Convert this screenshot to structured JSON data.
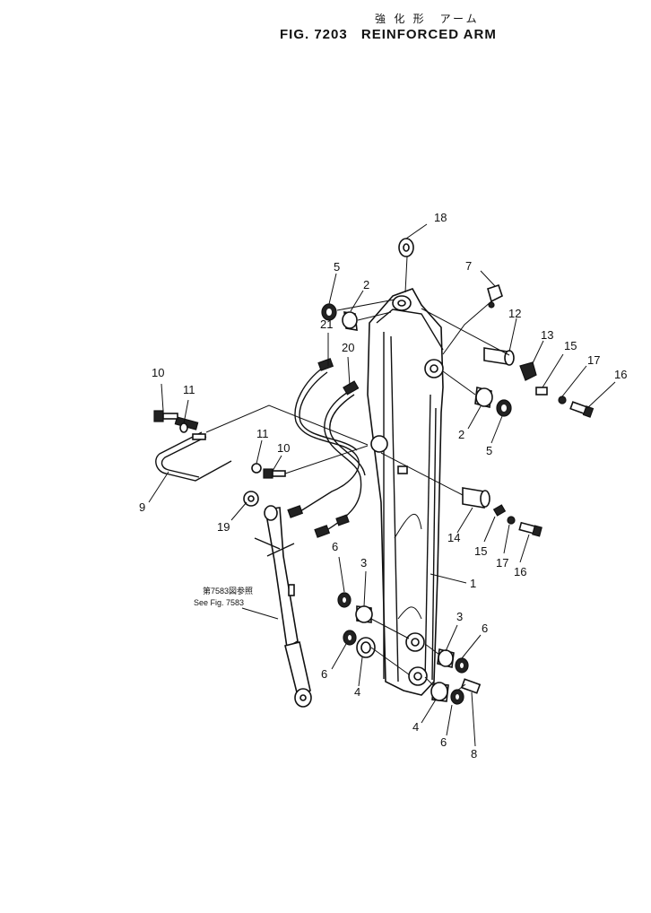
{
  "figure": {
    "subtitle_jp": "強 化 形　アーム",
    "number": "FIG. 7203",
    "title": "REINFORCED ARM"
  },
  "reference": {
    "jp": "第7583図参照",
    "en": "See Fig. 7583"
  },
  "callouts": [
    {
      "id": "c1",
      "text": "1"
    },
    {
      "id": "c2a",
      "text": "2"
    },
    {
      "id": "c2b",
      "text": "2"
    },
    {
      "id": "c3a",
      "text": "3"
    },
    {
      "id": "c3b",
      "text": "3"
    },
    {
      "id": "c4a",
      "text": "4"
    },
    {
      "id": "c4b",
      "text": "4"
    },
    {
      "id": "c5a",
      "text": "5"
    },
    {
      "id": "c5b",
      "text": "5"
    },
    {
      "id": "c6a",
      "text": "6"
    },
    {
      "id": "c6b",
      "text": "6"
    },
    {
      "id": "c6c",
      "text": "6"
    },
    {
      "id": "c6d",
      "text": "6"
    },
    {
      "id": "c7",
      "text": "7"
    },
    {
      "id": "c8",
      "text": "8"
    },
    {
      "id": "c9",
      "text": "9"
    },
    {
      "id": "c10a",
      "text": "10"
    },
    {
      "id": "c10b",
      "text": "10"
    },
    {
      "id": "c11a",
      "text": "11"
    },
    {
      "id": "c11b",
      "text": "11"
    },
    {
      "id": "c12",
      "text": "12"
    },
    {
      "id": "c13",
      "text": "13"
    },
    {
      "id": "c14",
      "text": "14"
    },
    {
      "id": "c15a",
      "text": "15"
    },
    {
      "id": "c15b",
      "text": "15"
    },
    {
      "id": "c16a",
      "text": "16"
    },
    {
      "id": "c16b",
      "text": "16"
    },
    {
      "id": "c17a",
      "text": "17"
    },
    {
      "id": "c17b",
      "text": "17"
    },
    {
      "id": "c18",
      "text": "18"
    },
    {
      "id": "c19",
      "text": "19"
    },
    {
      "id": "c20",
      "text": "20"
    },
    {
      "id": "c21",
      "text": "21"
    }
  ]
}
